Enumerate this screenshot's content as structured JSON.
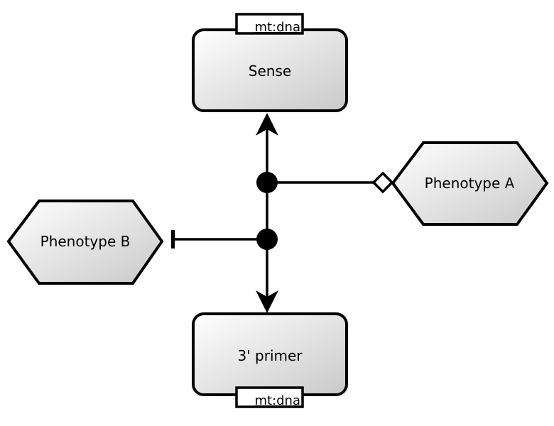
{
  "colors": {
    "background": "#ffffff",
    "stroke": "#000000",
    "text": "#000000",
    "node_gradient_start": "#ffffff",
    "node_gradient_end": "#c9c9c9",
    "badge_fill": "#ffffff",
    "diamond_fill": "#ffffff"
  },
  "nodes": {
    "sense": {
      "label": "Sense",
      "badge": "mt:dna"
    },
    "primer3": {
      "label": "3' primer",
      "badge": "mt:dna"
    },
    "phenotype_a": {
      "label": "Phenotype A"
    },
    "phenotype_b": {
      "label": "Phenotype B"
    }
  },
  "edges": {
    "regulation_axis": {
      "arrowhead_top": "filled-concave-arrow",
      "arrowhead_bottom": "filled-concave-arrow",
      "junctions": [
        "filled-circle",
        "filled-circle"
      ]
    },
    "phenotype_a_link": {
      "terminal": "open-diamond"
    },
    "phenotype_b_link": {
      "terminal": "inhibition-bar"
    }
  }
}
